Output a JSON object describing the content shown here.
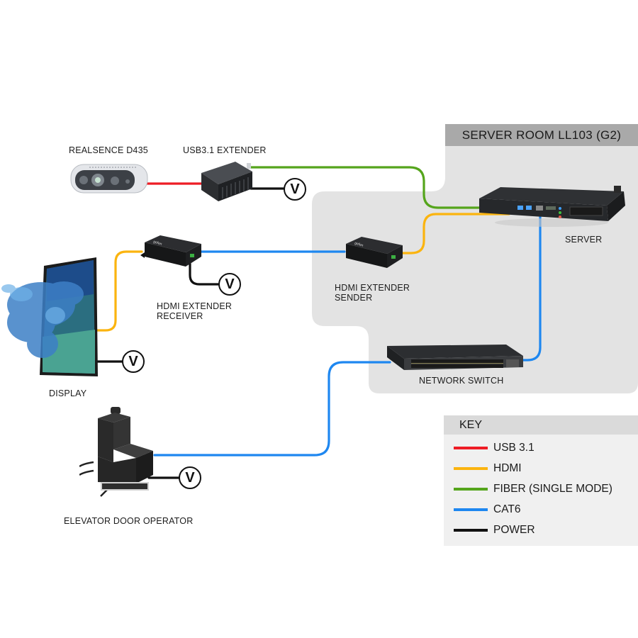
{
  "room": {
    "title": "SERVER ROOM LL103 (G2)"
  },
  "devices": {
    "camera": {
      "label": "REALSENCE D435"
    },
    "usb_extender": {
      "label": "USB3.1 EXTENDER"
    },
    "hdmi_receiver": {
      "label_line1": "HDMI EXTENDER",
      "label_line2": "RECEIVER"
    },
    "hdmi_sender": {
      "label_line1": "HDMI EXTENDER",
      "label_line2": "SENDER"
    },
    "server": {
      "label": "SERVER"
    },
    "network_switch": {
      "label": "NETWORK SWITCH"
    },
    "display": {
      "label": "DISPLAY"
    },
    "elevator": {
      "label": "ELEVATOR DOOR OPERATOR"
    }
  },
  "power_symbol": "V",
  "key": {
    "title": "KEY",
    "items": [
      {
        "label": "USB 3.1",
        "color": "#ee1c25"
      },
      {
        "label": "HDMI",
        "color": "#fbb40f"
      },
      {
        "label": "FIBER (SINGLE MODE)",
        "color": "#55a51c"
      },
      {
        "label": "CAT6",
        "color": "#1e87f0"
      },
      {
        "label": "POWER",
        "color": "#111111"
      }
    ]
  },
  "colors": {
    "usb": "#ee1c25",
    "hdmi": "#fbb40f",
    "fiber": "#55a51c",
    "cat6": "#1e87f0",
    "power": "#111111",
    "room_fill": "#e3e3e3",
    "room_header": "#a9a9a9"
  }
}
